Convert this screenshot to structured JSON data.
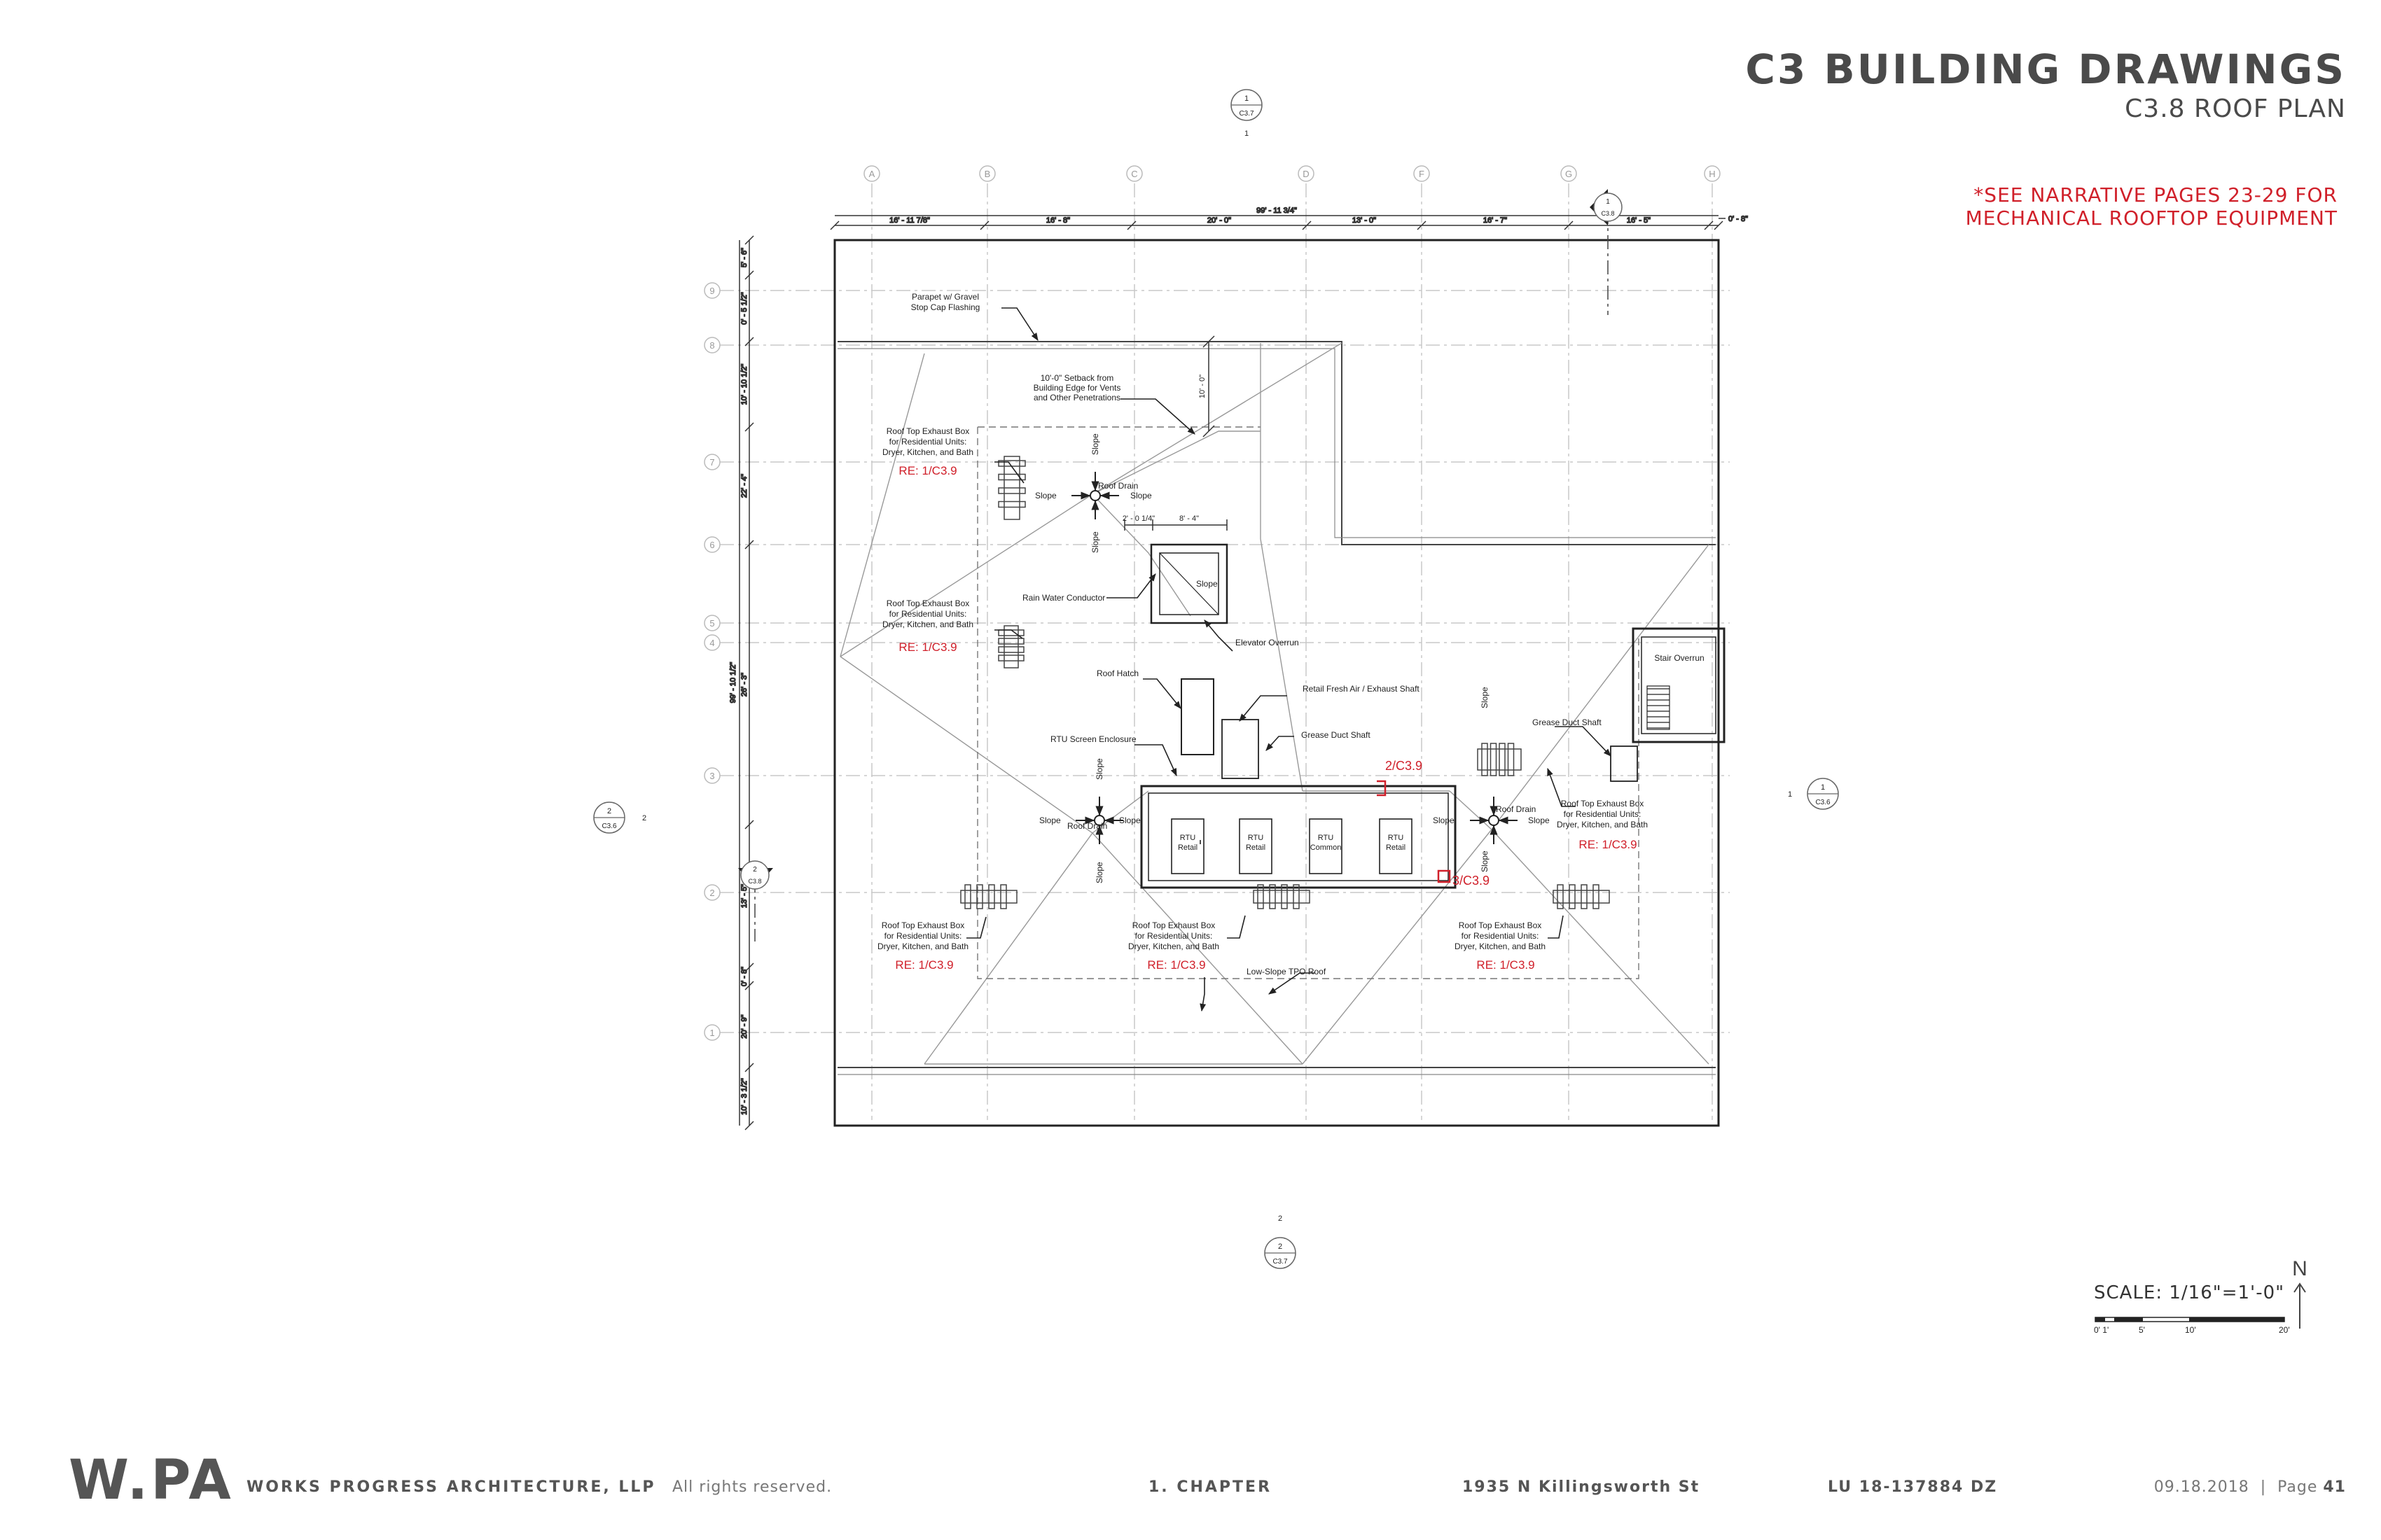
{
  "title": {
    "main": "C3 BUILDING DRAWINGS",
    "sub": "C3.8 ROOF PLAN"
  },
  "note": {
    "line1": "*SEE NARRATIVE PAGES 23-29 FOR",
    "line2": "MECHANICAL ROOFTOP EQUIPMENT"
  },
  "plan": {
    "grid_columns": [
      "A",
      "B",
      "C",
      "D",
      "F",
      "G",
      "H"
    ],
    "grid_rows": [
      "9",
      "8",
      "7",
      "6",
      "5",
      "4",
      "3",
      "2",
      "1"
    ],
    "dims_top": [
      "16' - 11 7/8\"",
      "16' - 8\"",
      "20' - 0\"",
      "13' - 0\"",
      "16' - 7\"",
      "16' - 5\""
    ],
    "dim_overall_top": "99' - 11 3/4\"",
    "dim_right": "0' - 8\"",
    "dims_left": [
      "5' - 6\"",
      "0' - 5 1/2\"",
      "10' - 10 1/2\"",
      "22' - 4\"",
      "26' - 3\"",
      "13' - 5\"",
      "0' - 8\"",
      "20' - 9\"",
      "10' - 3 1/2\""
    ],
    "dim_overall_left": "99' - 10 1/2\"",
    "dim_setback": "10' - 0\"",
    "dim_shaft_a": "2' - 0 1/4\"",
    "dim_shaft_b": "8' - 4\"",
    "section_marks": [
      {
        "num": "1",
        "sheet": "C3.7"
      },
      {
        "num": "1",
        "sheet": "C3.6"
      },
      {
        "num": "2",
        "sheet": "C3.6"
      },
      {
        "num": "2",
        "sheet": "C3.7"
      },
      {
        "num": "1",
        "sheet": "C3.8"
      },
      {
        "num": "2",
        "sheet": "C3.8"
      }
    ],
    "section_side_numbers": [
      "1",
      "1",
      "2",
      "2"
    ],
    "labels": {
      "parapet": [
        "Parapet w/ Gravel",
        "Stop Cap Flashing"
      ],
      "setback": [
        "10'-0\" Setback from",
        "Building Edge for Vents",
        "and Other Penetrations"
      ],
      "exhaust": [
        "Roof Top Exhaust Box",
        "for Residential Units:",
        "Dryer, Kitchen, and Bath"
      ],
      "roof_drain": "Roof Drain",
      "slope": "Slope",
      "rain_water": "Rain Water Conductor",
      "elevator": "Elevator Overrun",
      "roof_hatch": "Roof Hatch",
      "retail_shaft": "Retail Fresh Air / Exhaust Shaft",
      "grease_shaft": "Grease Duct Shaft",
      "rtu_enclosure": "RTU Screen Enclosure",
      "stair": "Stair Overrun",
      "low_slope": "Low-Slope TPO Roof",
      "rtu_units": [
        [
          "RTU",
          "Retail"
        ],
        [
          "RTU",
          "Retail"
        ],
        [
          "RTU",
          "Common"
        ],
        [
          "RTU",
          "Retail"
        ]
      ]
    },
    "refs": {
      "re_exhaust": "RE: 1/C3.9",
      "ref_2": "2/C3.9",
      "ref_3": "3/C3.9"
    }
  },
  "scale": {
    "label": "SCALE: 1/16\"=1'-0\"",
    "ticks": [
      "0' 1'",
      "5'",
      "10'",
      "20'"
    ],
    "north": "N"
  },
  "footer": {
    "logo": "W.PA",
    "firm": "WORKS PROGRESS ARCHITECTURE, LLP",
    "rights": "All rights reserved.",
    "chapter": "1. CHAPTER",
    "address": "1935 N Killingsworth St",
    "lu": "LU 18-137884 DZ",
    "date": "09.18.2018",
    "page_label": "Page",
    "page_num": "41"
  },
  "colors": {
    "accent_red": "#d0202a",
    "line": "#333333",
    "grid": "#bbbbbb"
  }
}
